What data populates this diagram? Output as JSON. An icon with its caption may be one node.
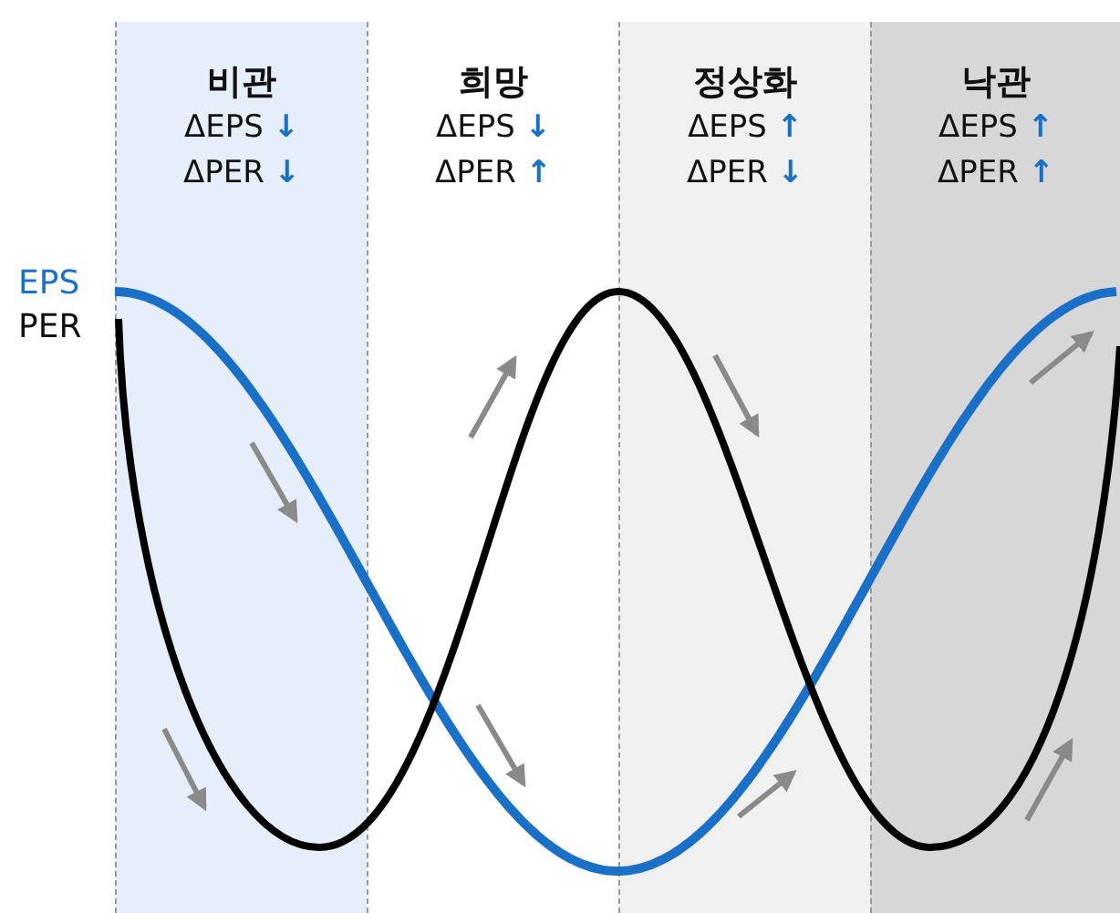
{
  "diagram": {
    "nodes": [
      {
        "text": [
          "비관",
          "ΔEPS ↓",
          "ΔPER ↓"
        ]
      },
      {
        "text": [
          "희망",
          "ΔEPS ↓",
          "ΔPER ↑"
        ]
      },
      {
        "text": [
          "정상화",
          "ΔEPS ↑",
          "ΔPER ↓"
        ]
      },
      {
        "text": [
          "낙관",
          "ΔEPS ↑",
          "ΔPER ↑"
        ]
      }
    ],
    "edges": [],
    "labels": [
      "EPS",
      "PER"
    ]
  }
}
